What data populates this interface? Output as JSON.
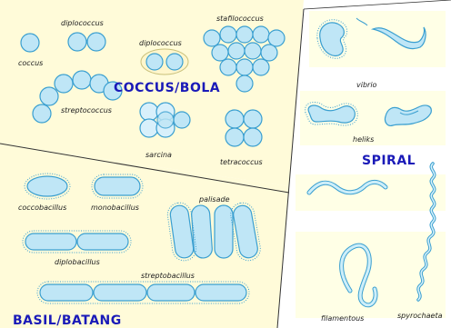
{
  "sections": {
    "coccus": "COCCUS/BOLA",
    "spiral": "SPIRAL",
    "basil": "BASIL/BATANG"
  },
  "labels": {
    "coccus": "coccus",
    "diplococcus_top": "diplococcus",
    "diplococcus_capsule": "diplococcus",
    "stafilococcus": "stafilococcus",
    "streptococcus": "streptococcus",
    "sarcina": "sarcina",
    "tetracoccus": "tetracoccus",
    "vibrio": "vibrio",
    "heliks": "heliks",
    "coccobacillus": "coccobacillus",
    "monobacillus": "monobacillus",
    "palisade": "palisade",
    "diplobacillus": "diplobacillus",
    "streptobacillus": "streptobacillus",
    "filamentous": "filamentous",
    "spyrochaeta": "spyrochaeta"
  },
  "colors": {
    "background_panel": "#fffbd9",
    "cell_fill": "#bfe6f6",
    "cell_stroke": "#3a9fd0",
    "section_title": "#1a1ab8",
    "divider": "#333333"
  }
}
